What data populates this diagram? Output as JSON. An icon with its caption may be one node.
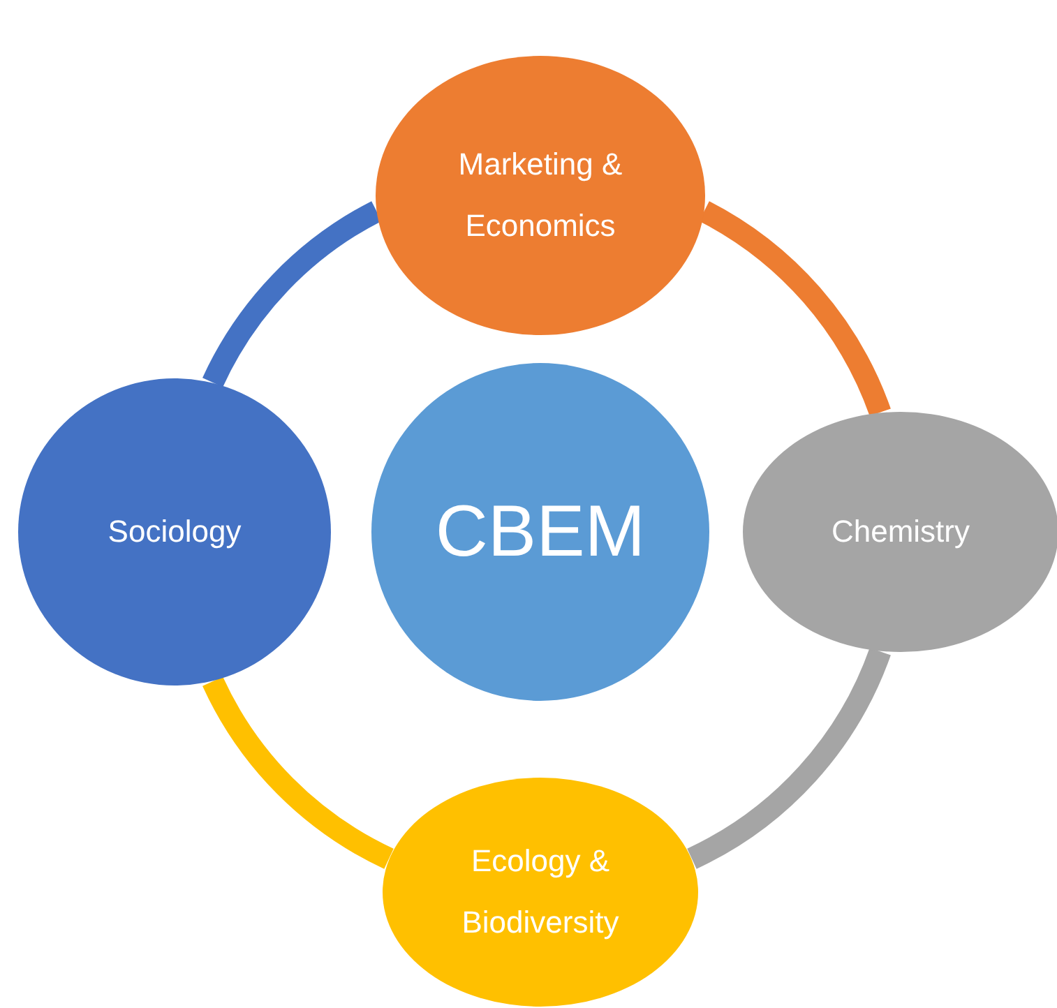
{
  "diagram": {
    "nodes": [
      {
        "text": [
          "Marketing & Economics"
        ]
      },
      {
        "text": [
          "Sociology"
        ]
      },
      {
        "text": [
          "CBEM"
        ]
      },
      {
        "text": [
          "Chemistry"
        ]
      },
      {
        "text": [
          "Ecology & Biodiversity"
        ]
      }
    ],
    "edges": [
      {
        "from": 0,
        "to": 3,
        "arrow": "none",
        "color": "#ed7d31"
      },
      {
        "from": 3,
        "to": 4,
        "arrow": "none",
        "color": "#a5a5a5"
      },
      {
        "from": 4,
        "to": 1,
        "arrow": "none",
        "color": "#ffc000"
      },
      {
        "from": 1,
        "to": 0,
        "arrow": "none",
        "color": "#4472c4"
      }
    ]
  }
}
